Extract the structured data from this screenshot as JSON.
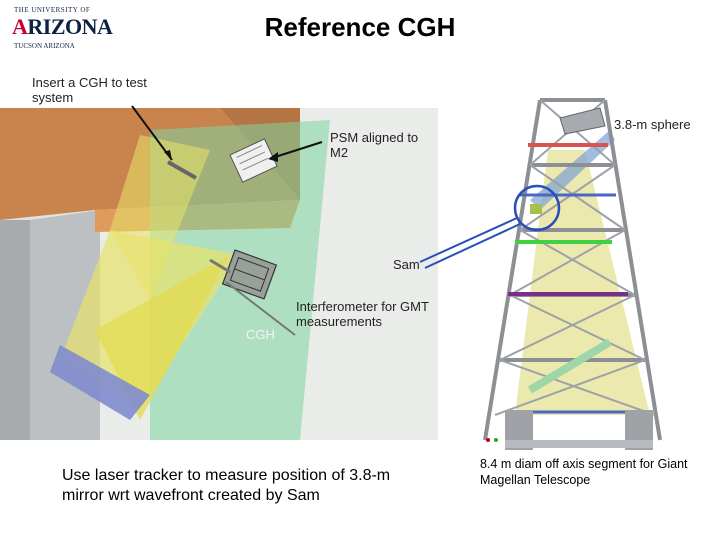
{
  "logo": {
    "line1": "THE UNIVERSITY OF",
    "line2_a": "A",
    "line2_b": "RIZONA",
    "line3": "TUCSON ARIZONA"
  },
  "slide": {
    "title": "Reference CGH"
  },
  "labels": {
    "insert_cgh": "Insert a CGH to test system",
    "psm": "PSM aligned to M2",
    "sphere": "3.8-m sphere",
    "sam": "Sam",
    "interferometer": "Interferometer for GMT measurements",
    "cgh": "CGH"
  },
  "notes": {
    "left": "Use laser tracker to measure position of 3.8-m mirror wrt wavefront created by Sam",
    "right": "8.4 m diam off axis segment for Giant Magellan Telescope"
  },
  "colors": {
    "logo_blue": "#0c2340",
    "logo_red": "#cc0033",
    "beam_yellow": "#e7e36a",
    "beam_green": "#7fd6a0",
    "structure_orange": "#d9884a"
  }
}
